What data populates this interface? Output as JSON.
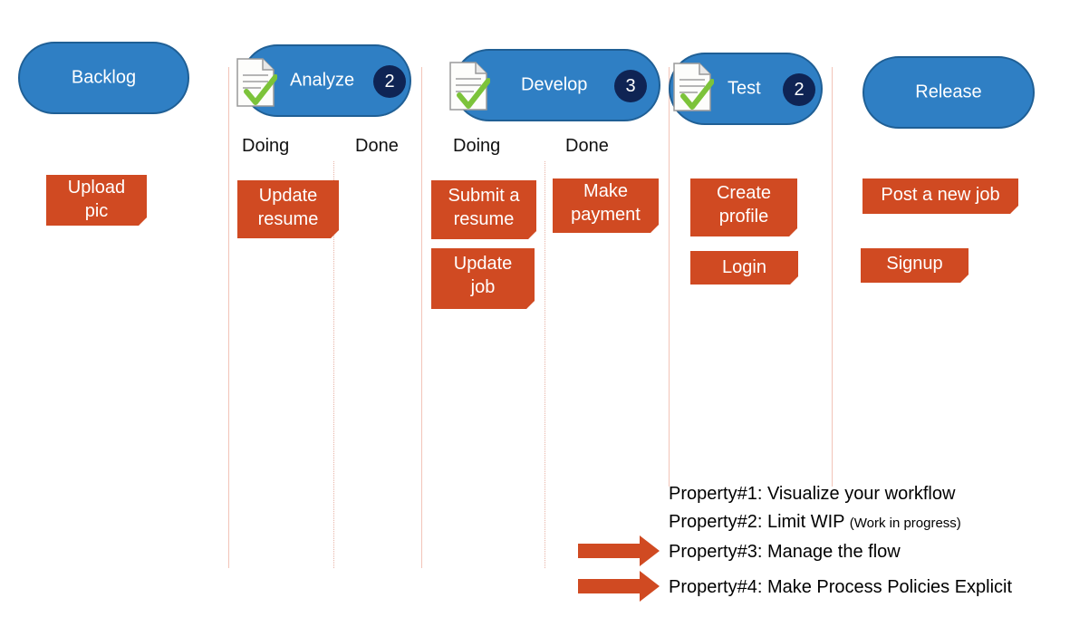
{
  "columns": {
    "backlog": {
      "title": "Backlog"
    },
    "analyze": {
      "title": "Analyze",
      "wip": "2",
      "sub": [
        "Doing",
        "Done"
      ]
    },
    "develop": {
      "title": "Develop",
      "wip": "3",
      "sub": [
        "Doing",
        "Done"
      ]
    },
    "test": {
      "title": "Test",
      "wip": "2"
    },
    "release": {
      "title": "Release"
    }
  },
  "cards": {
    "backlog": [
      "Upload\npic"
    ],
    "analyze_doing": [
      "Update\nresume"
    ],
    "develop_doing": [
      "Submit a\nresume",
      "Update\njob"
    ],
    "develop_done": [
      "Make\npayment"
    ],
    "test": [
      "Create\nprofile",
      "Login"
    ],
    "release": [
      "Post a new job",
      "Signup"
    ]
  },
  "properties": [
    {
      "label": "Property#1:",
      "text": "Visualize your workflow",
      "note": ""
    },
    {
      "label": "Property#2:",
      "text": "Limit WIP",
      "note": "(Work in progress)"
    },
    {
      "label": "Property#3:",
      "text": "Manage the flow",
      "note": ""
    },
    {
      "label": "Property#4:",
      "text": "Make Process Policies Explicit",
      "note": ""
    }
  ],
  "colors": {
    "pill": "#2f7fc4",
    "wip_badge": "#0f2454",
    "card": "#d04a22",
    "arrow": "#d04a22",
    "divider": "#f2c4b8"
  },
  "icons": {
    "document_check": "document-check-icon",
    "arrow": "right-arrow-icon"
  }
}
